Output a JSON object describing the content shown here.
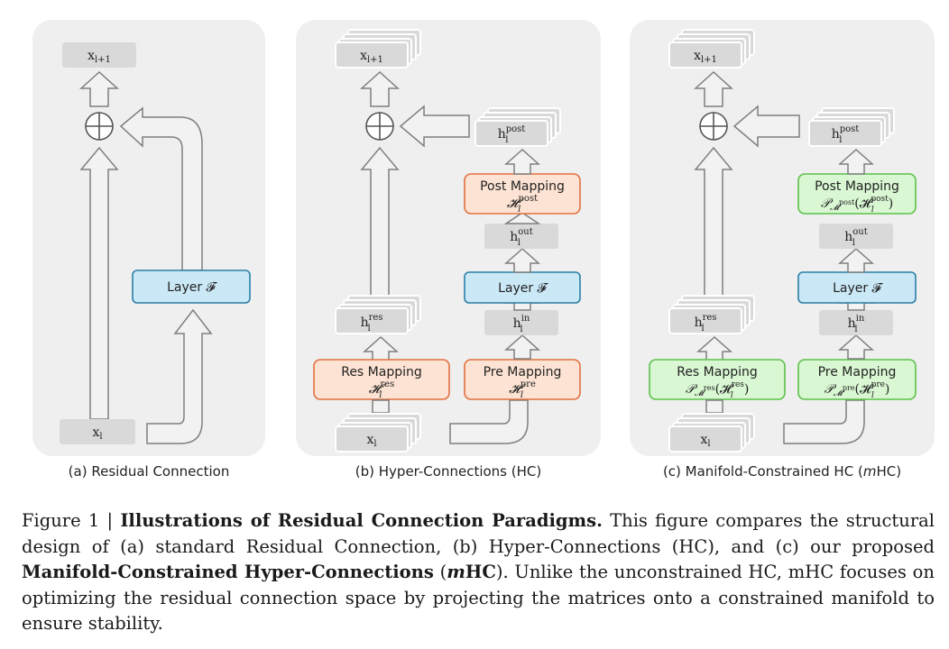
{
  "panels": {
    "a": {
      "caption": "(a) Residual Connection",
      "x_next": "x_{l+1}",
      "x_in": "x_l",
      "layer": "Layer 𝓕"
    },
    "b": {
      "caption": "(b) Hyper-Connections (HC)",
      "x_next": "x_{l+1}",
      "x_in": "x_l",
      "h_post": "h_l^post",
      "post_mapping": "Post Mapping",
      "post_mapping_math": "𝓗_l^post",
      "h_out": "h_l^out",
      "layer": "Layer 𝓕",
      "h_in": "h_l^in",
      "h_res": "h_l^res",
      "res_mapping": "Res Mapping",
      "res_mapping_math": "𝓗_l^res",
      "pre_mapping": "Pre Mapping",
      "pre_mapping_math": "𝓗_l^pre"
    },
    "c": {
      "caption": "(c) Manifold-Constrained HC (mHC)",
      "x_next": "x_{l+1}",
      "x_in": "x_l",
      "h_post": "h_l^post",
      "post_mapping": "Post Mapping",
      "post_mapping_math": "𝒫_{𝓜^post}(𝓗_l^post)",
      "h_out": "h_l^out",
      "layer": "Layer 𝓕",
      "h_in": "h_l^in",
      "h_res": "h_l^res",
      "res_mapping": "Res Mapping",
      "res_mapping_math": "𝒫_{𝓜^res}(𝓗_l^res)",
      "pre_mapping": "Pre Mapping",
      "pre_mapping_math": "𝒫_{𝓜^pre}(𝓗_l^pre)"
    }
  },
  "caption": {
    "prefix": "Figure 1 | ",
    "title": "Illustrations of Residual Connection Paradigms.",
    "body1": " This figure compares the structural design of (a) standard Residual Connection, (b) Hyper-Connections (HC), and (c) our proposed ",
    "bold_name": "Manifold-Constrained Hyper-Connections",
    "body2": " (",
    "mhc_abbrev": "mHC",
    "body3": "). Unlike the unconstrained HC, mHC focuses on optimizing the residual connection space by projecting the matrices onto a constrained manifold to ensure stability."
  },
  "colors": {
    "panel_bg": "#efefef",
    "gray_box": "#d9d9d9",
    "layer_fill": "#cbe8f6",
    "layer_stroke": "#2a7fa6",
    "hc_fill": "#fde3d3",
    "hc_stroke": "#e0713f",
    "mhc_fill": "#d9f7d3",
    "mhc_stroke": "#5cc14a"
  }
}
